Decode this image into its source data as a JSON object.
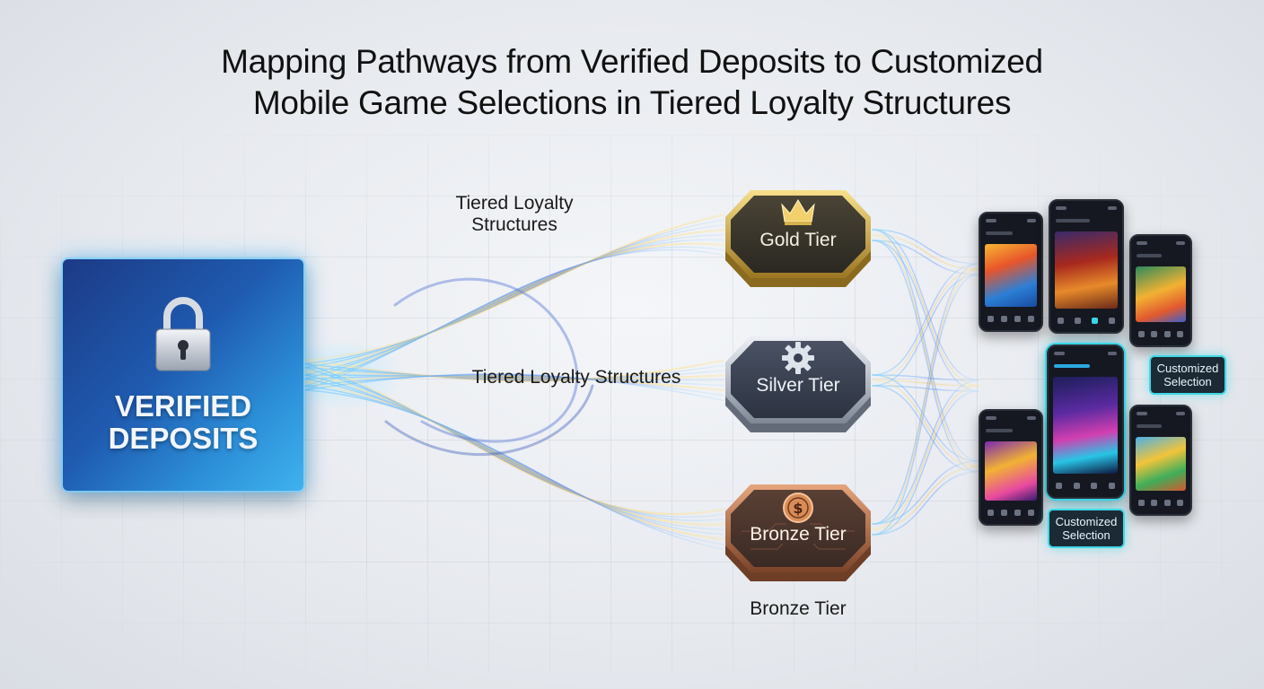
{
  "title": {
    "line1": "Mapping Pathways from Verified Deposits to Customized",
    "line2": "Mobile Game Selections in Tiered Loyalty Structures"
  },
  "source": {
    "line1": "VERIFIED",
    "line2": "DEPOSITS",
    "icon": "padlock-icon"
  },
  "flow_labels": {
    "top_line1": "Tiered Loyalty",
    "top_line2": "Structures",
    "middle": "Tiered Loyalty Structures",
    "bottom": "Bronze Tier"
  },
  "tiers": [
    {
      "label": "Gold Tier",
      "icon": "crown-icon",
      "color": "#c9a443"
    },
    {
      "label": "Silver Tier",
      "icon": "gear-icon",
      "color": "#8f98a8"
    },
    {
      "label": "Bronze Tier",
      "icon": "coin-icon",
      "color": "#a86a45"
    }
  ],
  "selections": [
    {
      "line1": "Customized",
      "line2": "Selection"
    },
    {
      "line1": "Customized",
      "line2": "Selection"
    }
  ],
  "colors": {
    "flow_blue": "#4fa8ff",
    "flow_gold": "#f3c55a",
    "accent_cyan": "#3fd8e6",
    "card_blue": "#1f5bb0"
  }
}
